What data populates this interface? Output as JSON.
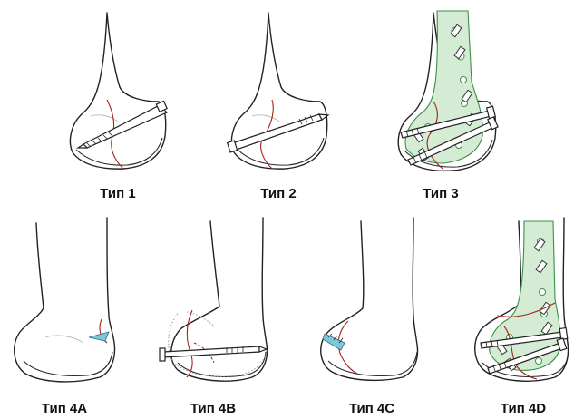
{
  "panels": [
    {
      "id": "type-1",
      "label": "Тип 1"
    },
    {
      "id": "type-2",
      "label": "Тип 2"
    },
    {
      "id": "type-3",
      "label": "Тип 3"
    },
    {
      "id": "type-4a",
      "label": "Тип 4A"
    },
    {
      "id": "type-4b",
      "label": "Тип 4B"
    },
    {
      "id": "type-4c",
      "label": "Тип 4C"
    },
    {
      "id": "type-4d",
      "label": "Тип 4D"
    }
  ],
  "colors": {
    "fracture_line": "#a3221c",
    "plate_fill": "#d3ecd3",
    "plate_outline": "#3b8f4b",
    "blade": "#7fc6d8"
  }
}
